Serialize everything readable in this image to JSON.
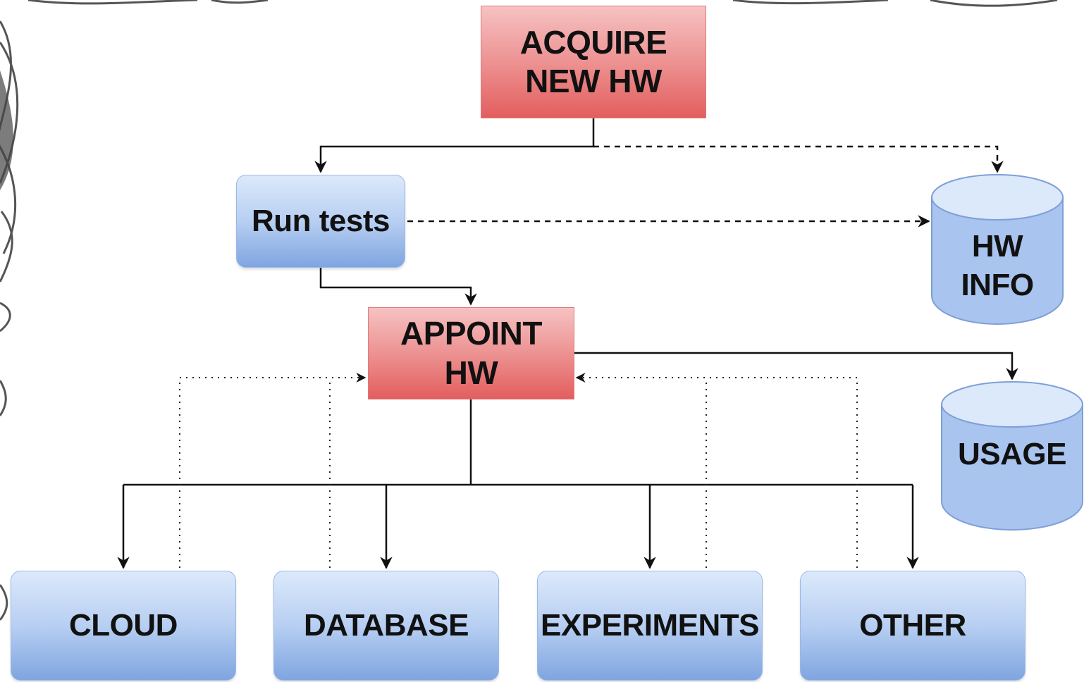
{
  "nodes": {
    "acquire": "ACQUIRE\nNEW HW",
    "run_tests": "Run tests",
    "appoint": "APPOINT\nHW",
    "cloud": "CLOUD",
    "database": "DATABASE",
    "experiments": "EXPERIMENTS",
    "other": "OTHER"
  },
  "stores": {
    "hw_info": "HW\nINFO",
    "usage": "USAGE"
  },
  "colors": {
    "process_red": "#ec8d8d",
    "process_blue": "#b7cff2",
    "edge": "#111111"
  }
}
